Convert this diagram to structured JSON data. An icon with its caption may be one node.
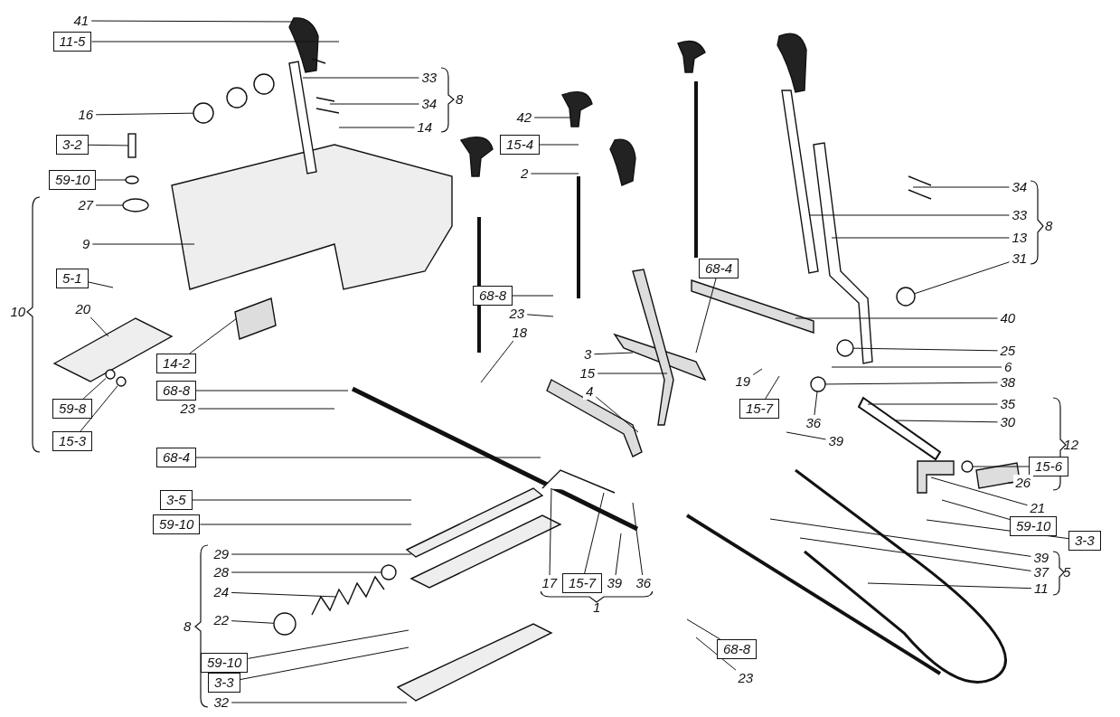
{
  "diagram": {
    "nodes": [
      {
        "text": [
          "41"
        ]
      },
      {
        "text": [
          "11-5"
        ]
      },
      {
        "text": [
          "16"
        ]
      },
      {
        "text": [
          "3-2"
        ]
      },
      {
        "text": [
          "59-10"
        ]
      },
      {
        "text": [
          "27"
        ]
      },
      {
        "text": [
          "9"
        ]
      },
      {
        "text": [
          "5-1"
        ]
      },
      {
        "text": [
          "20"
        ]
      },
      {
        "text": [
          "14-2"
        ]
      },
      {
        "text": [
          "68-8"
        ]
      },
      {
        "text": [
          "23"
        ]
      },
      {
        "text": [
          "59-8"
        ]
      },
      {
        "text": [
          "15-3"
        ]
      },
      {
        "text": [
          "68-4"
        ]
      },
      {
        "text": [
          "3-5"
        ]
      },
      {
        "text": [
          "59-10"
        ]
      },
      {
        "text": [
          "29"
        ]
      },
      {
        "text": [
          "28"
        ]
      },
      {
        "text": [
          "24"
        ]
      },
      {
        "text": [
          "22"
        ]
      },
      {
        "text": [
          "59-10"
        ]
      },
      {
        "text": [
          "3-3"
        ]
      },
      {
        "text": [
          "32"
        ]
      },
      {
        "text": [
          "33"
        ]
      },
      {
        "text": [
          "34"
        ]
      },
      {
        "text": [
          "14"
        ]
      },
      {
        "text": [
          "42"
        ]
      },
      {
        "text": [
          "15-4"
        ]
      },
      {
        "text": [
          "2"
        ]
      },
      {
        "text": [
          "68-8"
        ]
      },
      {
        "text": [
          "23"
        ]
      },
      {
        "text": [
          "18"
        ]
      },
      {
        "text": [
          "3"
        ]
      },
      {
        "text": [
          "15"
        ]
      },
      {
        "text": [
          "4"
        ]
      },
      {
        "text": [
          "68-4"
        ]
      },
      {
        "text": [
          "40"
        ]
      },
      {
        "text": [
          "25"
        ]
      },
      {
        "text": [
          "6"
        ]
      },
      {
        "text": [
          "38"
        ]
      },
      {
        "text": [
          "35"
        ]
      },
      {
        "text": [
          "30"
        ]
      },
      {
        "text": [
          "15-6"
        ]
      },
      {
        "text": [
          "26"
        ]
      },
      {
        "text": [
          "21"
        ]
      },
      {
        "text": [
          "59-10"
        ]
      },
      {
        "text": [
          "3-3"
        ]
      },
      {
        "text": [
          "39"
        ]
      },
      {
        "text": [
          "37"
        ]
      },
      {
        "text": [
          "11"
        ]
      },
      {
        "text": [
          "34"
        ]
      },
      {
        "text": [
          "33"
        ]
      },
      {
        "text": [
          "13"
        ]
      },
      {
        "text": [
          "31"
        ]
      },
      {
        "text": [
          "19"
        ]
      },
      {
        "text": [
          "15-7"
        ]
      },
      {
        "text": [
          "36"
        ]
      },
      {
        "text": [
          "39"
        ]
      },
      {
        "text": [
          "17"
        ]
      },
      {
        "text": [
          "15-7"
        ]
      },
      {
        "text": [
          "39"
        ]
      },
      {
        "text": [
          "36"
        ]
      },
      {
        "text": [
          "68-8"
        ]
      },
      {
        "text": [
          "23"
        ]
      },
      {
        "text": [],
        "shape": "circle"
      },
      {
        "text": [],
        "shape": "box"
      },
      {
        "text": [],
        "shape": "circle"
      },
      {
        "text": [],
        "shape": "circle"
      },
      {
        "text": [],
        "shape": "circle"
      },
      {
        "text": [],
        "shape": "circle"
      },
      {
        "text": [],
        "shape": "circle"
      },
      {
        "text": [],
        "shape": "circle"
      },
      {
        "text": [],
        "shape": "circle"
      },
      {
        "text": [],
        "shape": "circle"
      },
      {
        "text": [],
        "shape": "circle"
      },
      {
        "text": [],
        "shape": "circle"
      }
    ],
    "edges": [
      {
        "from": 0,
        "to": null,
        "arrow": "none"
      },
      {
        "from": 1,
        "to": null,
        "arrow": "none"
      },
      {
        "from": 2,
        "to": 65,
        "arrow": "none"
      },
      {
        "from": 3,
        "to": 66,
        "arrow": "none"
      },
      {
        "from": 4,
        "to": 67,
        "arrow": "none"
      },
      {
        "from": 5,
        "to": 68,
        "arrow": "none"
      },
      {
        "from": 6,
        "to": null,
        "arrow": "none"
      },
      {
        "from": 7,
        "to": null,
        "arrow": "none"
      },
      {
        "from": 8,
        "to": null,
        "arrow": "none"
      },
      {
        "from": 9,
        "to": null,
        "arrow": "none"
      },
      {
        "from": 10,
        "to": null,
        "arrow": "none"
      },
      {
        "from": 11,
        "to": null,
        "arrow": "none"
      },
      {
        "from": 12,
        "to": 69,
        "arrow": "none"
      },
      {
        "from": 13,
        "to": 70,
        "arrow": "none"
      },
      {
        "from": 14,
        "to": null,
        "arrow": "none"
      },
      {
        "from": 15,
        "to": null,
        "arrow": "none"
      },
      {
        "from": 16,
        "to": null,
        "arrow": "none"
      },
      {
        "from": 17,
        "to": null,
        "arrow": "none"
      },
      {
        "from": 18,
        "to": 71,
        "arrow": "none"
      },
      {
        "from": 19,
        "to": null,
        "arrow": "none"
      },
      {
        "from": 20,
        "to": 72,
        "arrow": "none"
      },
      {
        "from": 21,
        "to": null,
        "arrow": "none"
      },
      {
        "from": 22,
        "to": null,
        "arrow": "none"
      },
      {
        "from": 23,
        "to": null,
        "arrow": "none"
      },
      {
        "from": 24,
        "to": null,
        "arrow": "none"
      },
      {
        "from": 25,
        "to": null,
        "arrow": "none"
      },
      {
        "from": 26,
        "to": null,
        "arrow": "none"
      },
      {
        "from": 27,
        "to": null,
        "arrow": "none"
      },
      {
        "from": 28,
        "to": null,
        "arrow": "none"
      },
      {
        "from": 29,
        "to": null,
        "arrow": "none"
      },
      {
        "from": 30,
        "to": null,
        "arrow": "none"
      },
      {
        "from": 31,
        "to": null,
        "arrow": "none"
      },
      {
        "from": 32,
        "to": null,
        "arrow": "none"
      },
      {
        "from": 33,
        "to": null,
        "arrow": "none"
      },
      {
        "from": 34,
        "to": null,
        "arrow": "none"
      },
      {
        "from": 35,
        "to": null,
        "arrow": "none"
      },
      {
        "from": 36,
        "to": null,
        "arrow": "none"
      },
      {
        "from": 37,
        "to": null,
        "arrow": "none"
      },
      {
        "from": 38,
        "to": 73,
        "arrow": "none"
      },
      {
        "from": 39,
        "to": null,
        "arrow": "none"
      },
      {
        "from": 40,
        "to": 74,
        "arrow": "none"
      },
      {
        "from": 41,
        "to": null,
        "arrow": "none"
      },
      {
        "from": 42,
        "to": null,
        "arrow": "none"
      },
      {
        "from": 43,
        "to": 75,
        "arrow": "none"
      },
      {
        "from": 44,
        "to": null,
        "arrow": "none"
      },
      {
        "from": 45,
        "to": null,
        "arrow": "none"
      },
      {
        "from": 46,
        "to": null,
        "arrow": "none"
      },
      {
        "from": 47,
        "to": null,
        "arrow": "none"
      },
      {
        "from": 48,
        "to": null,
        "arrow": "none"
      },
      {
        "from": 49,
        "to": null,
        "arrow": "none"
      },
      {
        "from": 50,
        "to": null,
        "arrow": "none"
      },
      {
        "from": 51,
        "to": null,
        "arrow": "none"
      },
      {
        "from": 52,
        "to": null,
        "arrow": "none"
      },
      {
        "from": 53,
        "to": null,
        "arrow": "none"
      },
      {
        "from": 54,
        "to": 76,
        "arrow": "none"
      },
      {
        "from": 55,
        "to": null,
        "arrow": "none"
      },
      {
        "from": 56,
        "to": null,
        "arrow": "none"
      },
      {
        "from": 57,
        "to": 74,
        "arrow": "none"
      },
      {
        "from": 58,
        "to": null,
        "arrow": "none"
      },
      {
        "from": 59,
        "to": null,
        "arrow": "none"
      },
      {
        "from": 60,
        "to": null,
        "arrow": "none"
      },
      {
        "from": 61,
        "to": null,
        "arrow": "none"
      },
      {
        "from": 62,
        "to": null,
        "arrow": "none"
      },
      {
        "from": 63,
        "to": null,
        "arrow": "none"
      },
      {
        "from": 64,
        "to": null,
        "arrow": "none"
      }
    ],
    "labels": [
      "8",
      "8",
      "10",
      "12",
      "5",
      "1",
      "8"
    ]
  }
}
